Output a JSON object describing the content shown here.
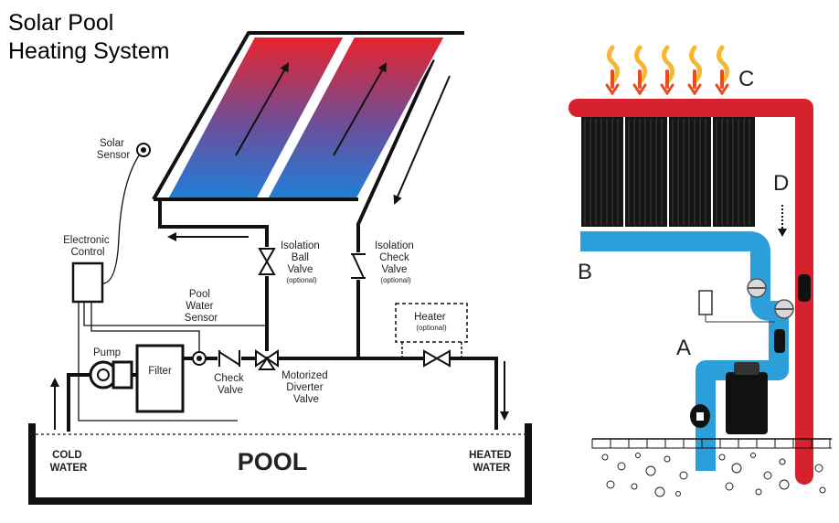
{
  "title": {
    "line1": "Solar Pool",
    "line2": "Heating System"
  },
  "labels": {
    "solar_sensor": [
      "Solar",
      "Sensor"
    ],
    "electronic_control": [
      "Electronic",
      "Control"
    ],
    "pool_water_sensor": [
      "Pool",
      "Water",
      "Sensor"
    ],
    "pump": "Pump",
    "filter": "Filter",
    "check_valve": [
      "Check",
      "Valve"
    ],
    "motorized_diverter_valve": [
      "Motorized",
      "Diverter",
      "Valve"
    ],
    "isolation_ball_valve": [
      "Isolation",
      "Ball",
      "Valve",
      "(optional)"
    ],
    "isolation_check_valve": [
      "Isolation",
      "Check",
      "Valve",
      "(optional)"
    ],
    "heater": [
      "Heater",
      "(optional)"
    ],
    "pool": "POOL",
    "cold_water": [
      "COLD",
      "WATER"
    ],
    "heated_water": [
      "HEATED",
      "WATER"
    ]
  },
  "right_diagram": {
    "label_a": "A",
    "label_b": "B",
    "label_c": "C",
    "label_d": "D"
  },
  "colors": {
    "hot": "#d8212e",
    "cold": "#2c9fdb",
    "collector_dark": "#1a1a1a"
  }
}
